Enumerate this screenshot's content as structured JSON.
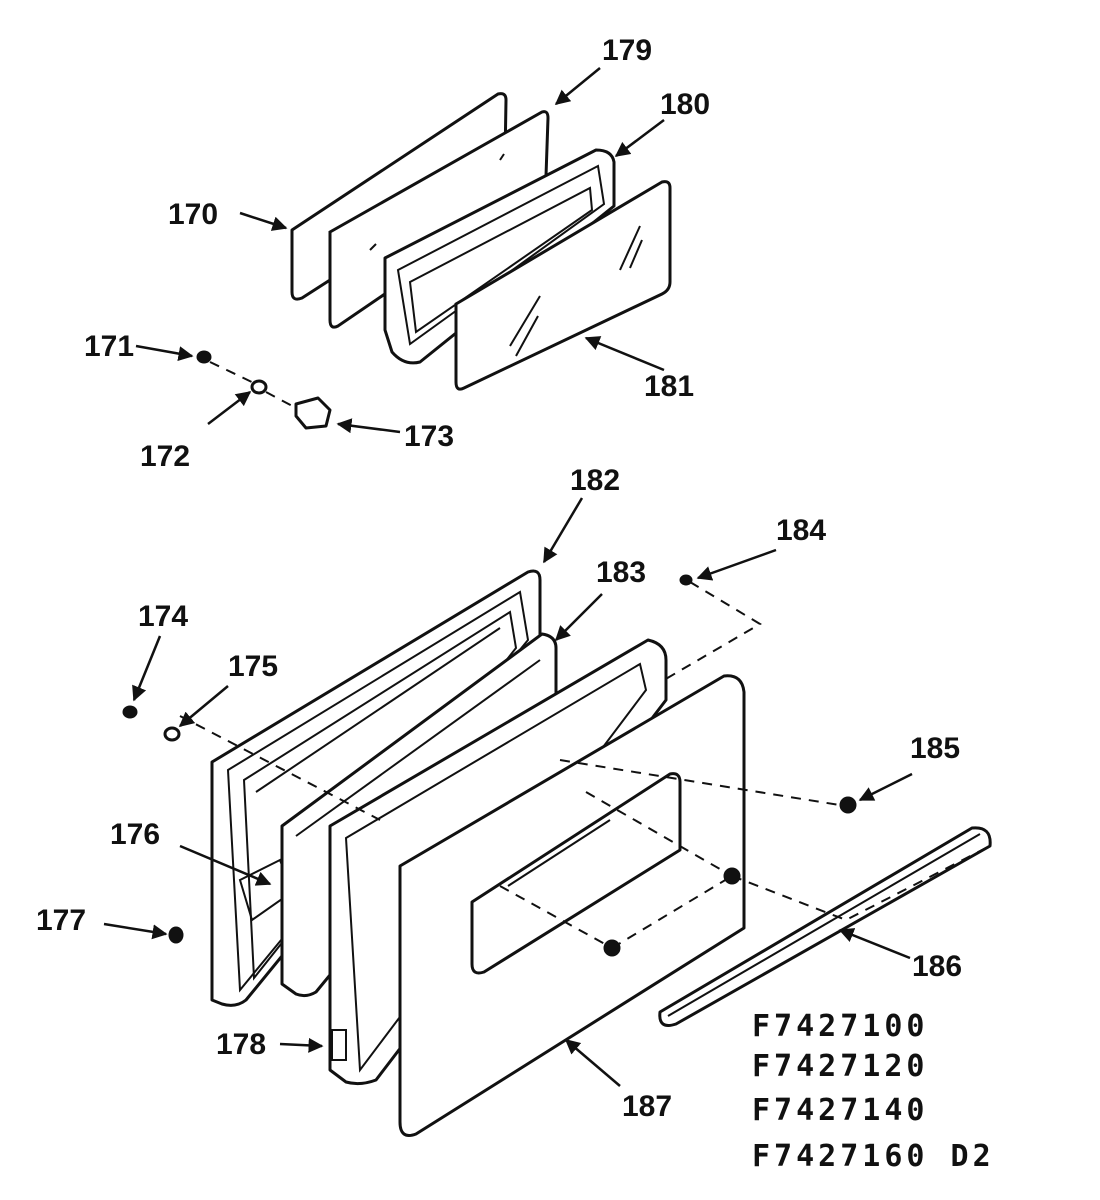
{
  "parts": {
    "p170": "170",
    "p171": "171",
    "p172": "172",
    "p173": "173",
    "p174": "174",
    "p175": "175",
    "p176": "176",
    "p177": "177",
    "p178": "178",
    "p179": "179",
    "p180": "180",
    "p181": "181",
    "p182": "182",
    "p183": "183",
    "p184": "184",
    "p185": "185",
    "p186": "186",
    "p187": "187"
  },
  "models": [
    "F7427100",
    "F7427120",
    "F7427140",
    "F7427160 D2"
  ]
}
